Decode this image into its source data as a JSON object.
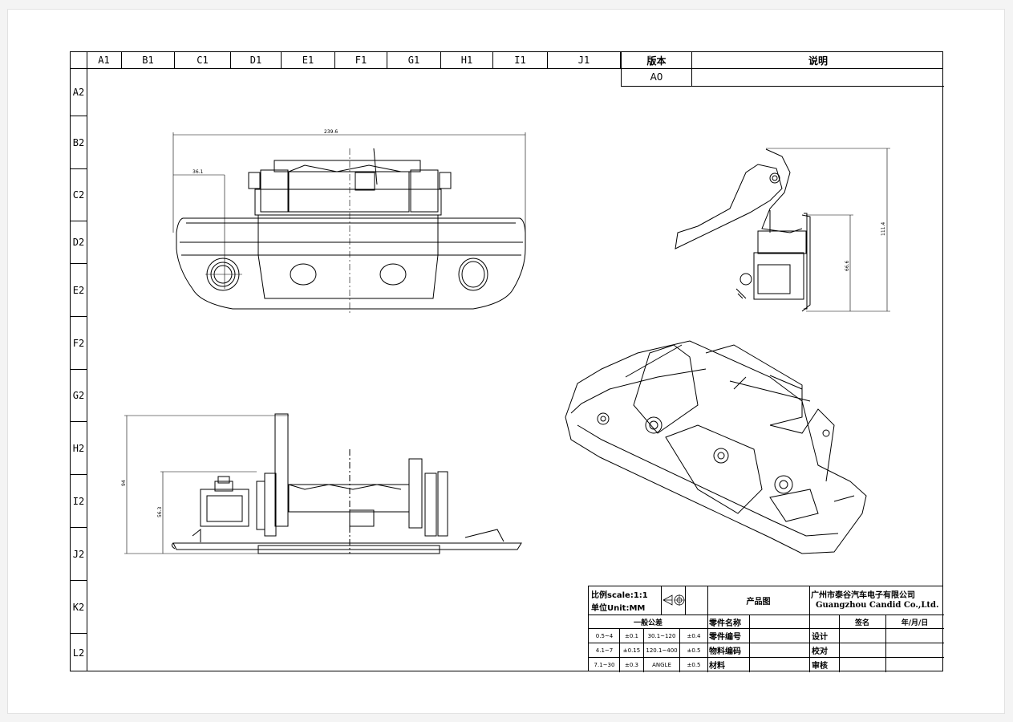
{
  "columns": [
    "A1",
    "B1",
    "C1",
    "D1",
    "E1",
    "F1",
    "G1",
    "H1",
    "I1",
    "J1"
  ],
  "rows": [
    "A2",
    "B2",
    "C2",
    "D2",
    "E2",
    "F2",
    "G2",
    "H2",
    "I2",
    "J2",
    "K2",
    "L2"
  ],
  "revision": {
    "header_version": "版本",
    "header_desc": "说明",
    "version": "A0",
    "desc": ""
  },
  "dimensions": {
    "front_width": "239.6",
    "front_offset": "36.1",
    "side_total": "111.4",
    "side_inner": "66.6",
    "bottom_height": "94",
    "bottom_inner": "56.3"
  },
  "title_block": {
    "scale": "比例scale:1:1",
    "unit": "单位Unit:MM",
    "product_drawing": "产品图",
    "company_cn": "广州市泰谷汽车电子有限公司",
    "company_en": "Guangzhou Candid Co.,Ltd.",
    "general_tolerance": "一般公差",
    "part_name": "零件名称",
    "part_number": "零件编号",
    "material_code": "物料编码",
    "material": "材料",
    "sign": "签名",
    "date": "年/月/日",
    "design": "设计",
    "check": "校对",
    "approve": "审核",
    "tol_rows": [
      [
        "0.5~4",
        "±0.1",
        "30.1~120",
        "±0.4"
      ],
      [
        "4.1~7",
        "±0.15",
        "120.1~400",
        "±0.5"
      ],
      [
        "7.1~30",
        "±0.3",
        "ANGLE",
        "±0.5"
      ]
    ]
  }
}
